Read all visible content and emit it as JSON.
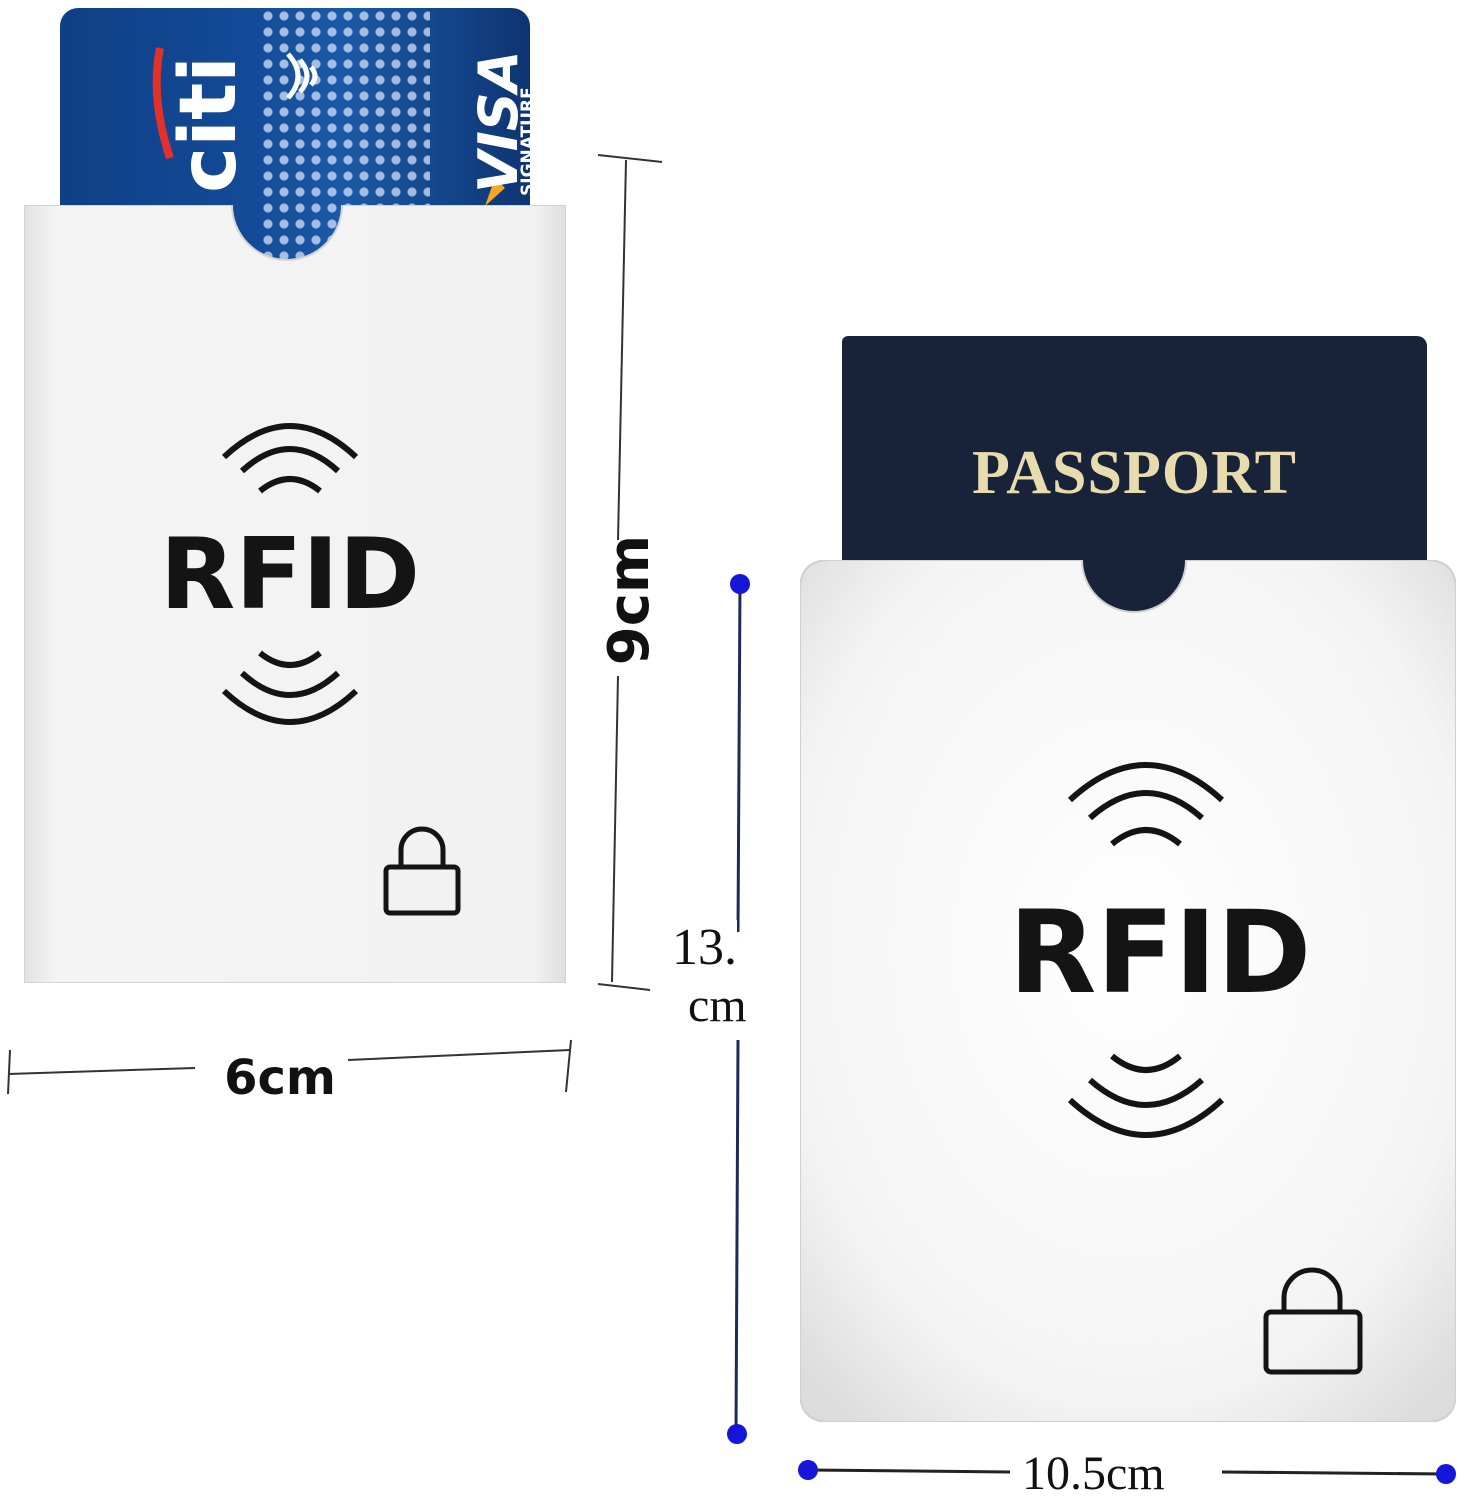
{
  "card": {
    "bank_logo": "citi",
    "network_logo": "VISA",
    "network_tier": "SIGNATURE",
    "contactless_icon": "contactless-icon"
  },
  "small_sleeve": {
    "label": "RFID",
    "icons": [
      "signal-waves-icon",
      "lock-icon"
    ],
    "height_label": "9cm",
    "width_label": "6cm"
  },
  "passport": {
    "title": "PASSPORT"
  },
  "large_sleeve": {
    "label": "RFID",
    "icons": [
      "signal-waves-icon",
      "lock-icon"
    ],
    "height_label_line1": "13.",
    "height_label_line2": "cm",
    "width_label": "10.5cm"
  },
  "colors": {
    "sleeve": "#f1f1f1",
    "card_blue": "#134a97",
    "passport_navy": "#182238",
    "passport_gold": "#e8dcae",
    "dimension_dot": "#1616d8"
  }
}
